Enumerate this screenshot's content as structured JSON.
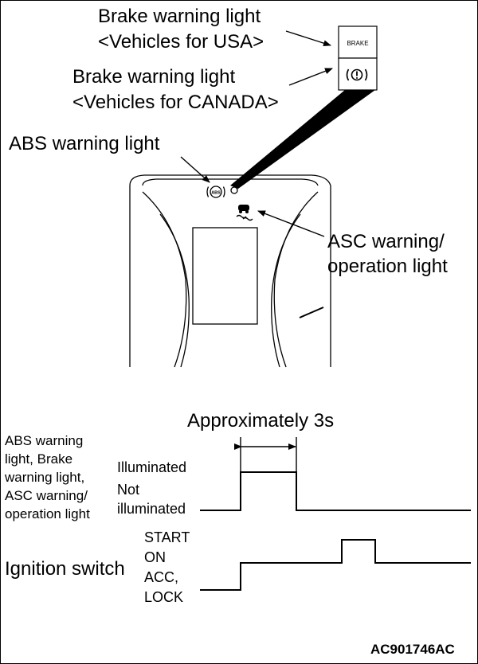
{
  "diagram": {
    "labels": {
      "brake_usa_line1": "Brake warning light",
      "brake_usa_line2": "<Vehicles for USA>",
      "brake_canada_line1": "Brake warning light",
      "brake_canada_line2": "<Vehicles for CANADA>",
      "abs_light": "ABS warning light",
      "asc_line1": "ASC warning/",
      "asc_line2": "operation light"
    },
    "indicators": {
      "brake_text": "BRAKE",
      "brake_symbol": "(!)",
      "abs_symbol": "ABS"
    },
    "timing": {
      "duration_label": "Approximately 3s",
      "signal1_name": [
        "ABS warning",
        "light, Brake",
        "warning light,",
        "ASC warning/",
        "operation light"
      ],
      "signal1_states": [
        "Illuminated",
        "Not",
        "illuminated"
      ],
      "signal2_name": "Ignition switch",
      "signal2_states": [
        "START",
        "ON",
        "ACC,",
        "LOCK"
      ]
    },
    "document_code": "AC901746AC"
  }
}
